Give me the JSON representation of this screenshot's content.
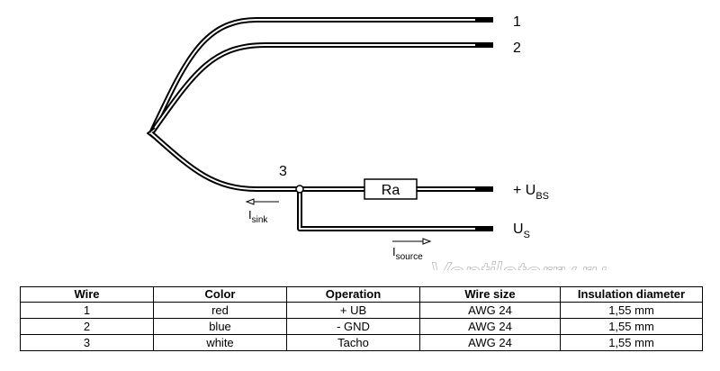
{
  "diagram": {
    "wire_labels": [
      "1",
      "2",
      "3"
    ],
    "resistor_label": "Ra",
    "terminal_ubs": {
      "main": "+ U",
      "sub": "BS"
    },
    "terminal_us": {
      "main": "U",
      "sub": "S"
    },
    "current_sink": {
      "main": "I",
      "sub": "sink"
    },
    "current_source": {
      "main": "I",
      "sub": "source"
    }
  },
  "watermark": "Ventilatorry.ru",
  "table": {
    "headers": [
      "Wire",
      "Color",
      "Operation",
      "Wire size",
      "Insulation diameter"
    ],
    "rows": [
      [
        "1",
        "red",
        "+ UB",
        "AWG 24",
        "1,55 mm"
      ],
      [
        "2",
        "blue",
        "- GND",
        "AWG 24",
        "1,55 mm"
      ],
      [
        "3",
        "white",
        "Tacho",
        "AWG 24",
        "1,55 mm"
      ]
    ]
  }
}
